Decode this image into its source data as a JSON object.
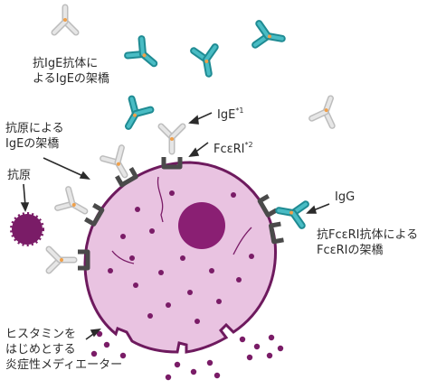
{
  "labels": {
    "anti_ige_line1": "抗IgE抗体に",
    "anti_ige_line2": "よるIgEの架橋",
    "ige": "IgE",
    "ige_sup": "*1",
    "fceri": "FcεRI",
    "fceri_sup": "*2",
    "antigen_crosslink_line1": "抗原による",
    "antigen_crosslink_line2": "IgEの架橋",
    "antigen": "抗原",
    "igg": "IgG",
    "anti_fceri_line1": "抗FcεRI抗体による",
    "anti_fceri_line2": "FcεRIの架橋",
    "mediator_line1": "ヒスタミンを",
    "mediator_line2": "はじめとする",
    "mediator_line3": "炎症性メディエーター"
  },
  "colors": {
    "cell_fill": "#e9c3e1",
    "cell_stroke": "#6e1a5e",
    "granule": "#7a1c67",
    "receptor": "#4a4a4a",
    "ige_antibody": "#cfcfcf",
    "anti_antibody": "#2aa0a8",
    "hinge": "#f0a04a"
  }
}
